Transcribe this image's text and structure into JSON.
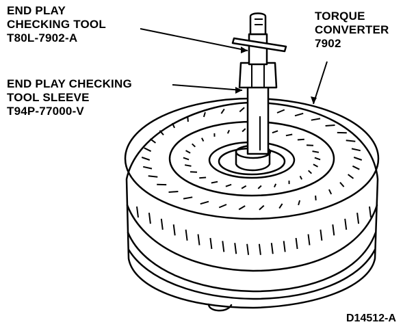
{
  "labels": {
    "end_play_tool": [
      "END PLAY",
      "CHECKING TOOL",
      "T80L-7902-A"
    ],
    "tool_sleeve": [
      "END PLAY CHECKING",
      "TOOL SLEEVE",
      "T94P-77000-V"
    ],
    "torque_converter": [
      "TORQUE",
      "CONVERTER",
      "7902"
    ]
  },
  "diagram_id": "D14512-A"
}
